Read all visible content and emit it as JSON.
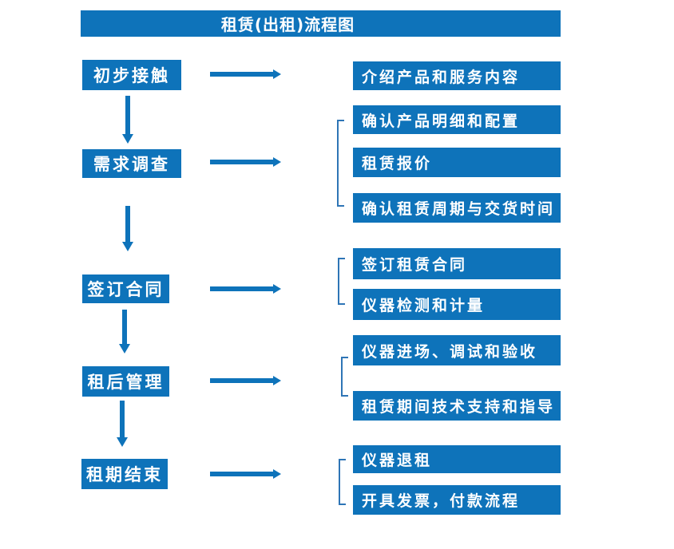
{
  "title": "租赁(出租)流程图",
  "colors": {
    "box_fill": "#0E73BA",
    "arrow": "#0E73BA",
    "bracket_line": "#2E75B6",
    "box_text": "#FFFFFF"
  },
  "flow": {
    "steps": [
      {
        "label": "初步接触",
        "details": [
          "介绍产品和服务内容"
        ]
      },
      {
        "label": "需求调查",
        "details": [
          "确认产品明细和配置",
          "租赁报价",
          "确认租赁周期与交货时间"
        ]
      },
      {
        "label": "签订合同",
        "details": [
          "签订租赁合同",
          "仪器检测和计量"
        ]
      },
      {
        "label": "租后管理",
        "details": [
          "仪器进场、调试和验收",
          "租赁期间技术支持和指导"
        ]
      },
      {
        "label": "租期结束",
        "details": [
          "仪器退租",
          "开具发票，付款流程"
        ]
      }
    ]
  }
}
